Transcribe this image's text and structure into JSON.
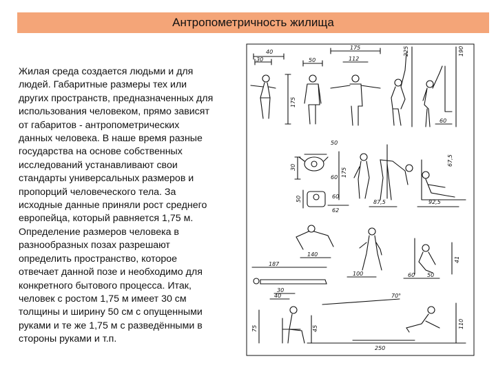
{
  "title": "Антропометричность жилища",
  "body_lines": [
    "Жилая среда создается людьми и для",
    "людей. Габаритные размеры тех или",
    "других пространств, предназначенных для",
    "использования человеком, прямо зависят",
    "от габаритов - антропометрических",
    "данных человека. В наше время разные",
    "государства на основе собственных",
    "исследований устанавливают свои",
    "стандарты универсальных размеров и",
    "пропорций человеческого тела. За",
    "исходные данные приняли рост среднего",
    "европейца, который равняется 1,75 м.",
    "Определение размеров человека в",
    "разнообразных позах разрешают",
    "определить пространство, которое",
    "отвечает данной позе и необходимо для",
    "конкретного бытового процесса. Итак,",
    "человек с ростом 1,75 м имеет 30 см",
    "толщины и ширину 50 см с опущенными",
    "руками и те же 1,75 м с разведёнными в",
    "стороны руками и т.п."
  ],
  "figure": {
    "dimensions": [
      "40",
      "30",
      "50",
      "175",
      "112",
      "225",
      "190",
      "175",
      "60",
      "50",
      "30",
      "50",
      "60",
      "175",
      "67,5",
      "60",
      "62",
      "87,5",
      "92,5",
      "140",
      "187",
      "100",
      "60",
      "50",
      "41",
      "30",
      "40",
      "70°",
      "75",
      "45",
      "110",
      "250"
    ]
  }
}
